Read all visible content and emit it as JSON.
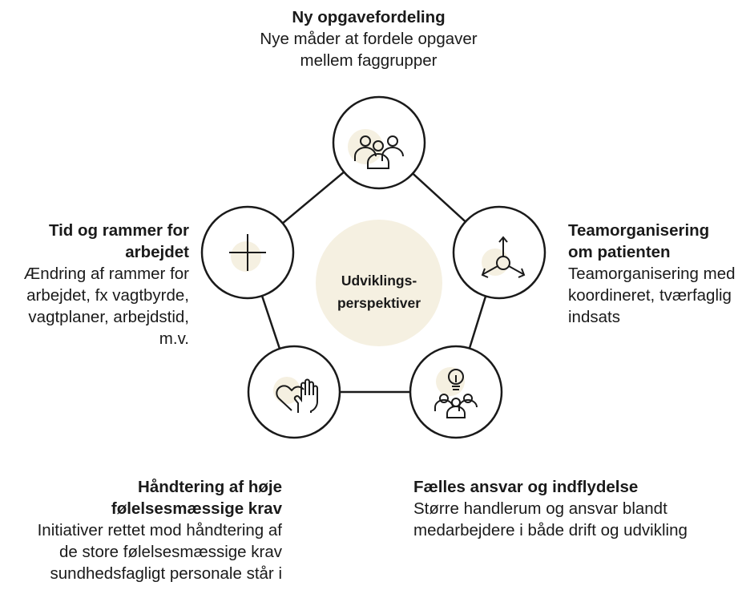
{
  "center": {
    "line1": "Udviklings-",
    "line2": "perspektiver"
  },
  "nodes": [
    {
      "id": "top",
      "icon": "people-group-icon",
      "title": "Ny opgavefordeling",
      "desc": "Nye måder at fordele opgaver mellem faggrupper"
    },
    {
      "id": "right",
      "icon": "team-network-icon",
      "title": "Teamorganisering om patienten",
      "desc": "Teamorganisering med koordineret, tværfaglig indsats"
    },
    {
      "id": "bottom-right",
      "icon": "lightbulb-team-icon",
      "title": "Fælles ansvar og indflydelse",
      "desc": "Større handlerum og ansvar blandt medarbejdere i både drift og udvikling"
    },
    {
      "id": "bottom-left",
      "icon": "heart-hand-icon",
      "title": "Håndtering af høje følelsesmæssige krav",
      "desc": "Initiativer rettet mod håndtering af de store følelsesmæssige krav sundhedsfagligt personale står i"
    },
    {
      "id": "left",
      "icon": "plus-icon",
      "title": "Tid og rammer for arbejdet",
      "desc": "Ændring af rammer for arbejdet, fx vagtbyrde, vagtplaner, arbejdstid, m.v."
    }
  ],
  "colors": {
    "accent": "#f5f0e1",
    "stroke": "#1a1a1a",
    "text": "#1a1a1a"
  }
}
